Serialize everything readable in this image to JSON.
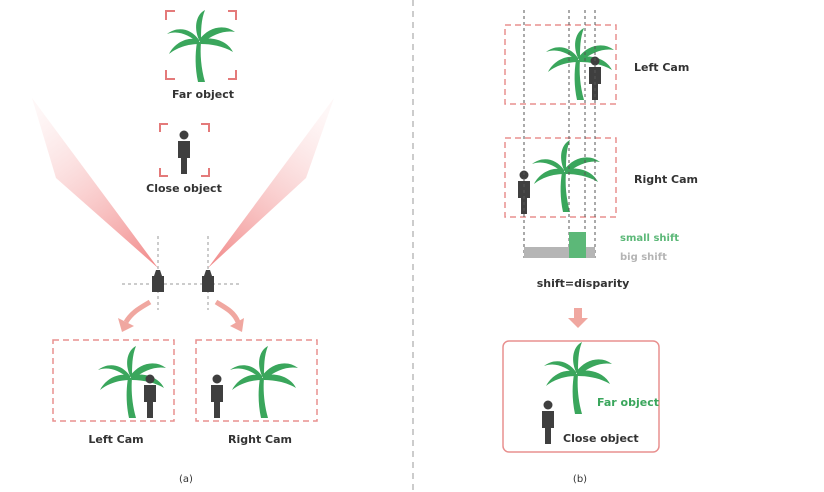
{
  "panel_a": {
    "far_label": "Far object",
    "close_label": "Close object",
    "left_cam_label": "Left Cam",
    "right_cam_label": "Right Cam",
    "caption": "(a)"
  },
  "panel_b": {
    "left_cam_label": "Left Cam",
    "right_cam_label": "Right Cam",
    "small_shift_label": "small shift",
    "big_shift_label": "big shift",
    "shift_label": "shift=disparity",
    "far_label": "Far object",
    "close_label": "Close object",
    "caption": "(b)"
  },
  "colors": {
    "accent": "#e8908f",
    "tree": "#3aa65c",
    "person": "#3f3f3f",
    "beam": "#f4a5a5",
    "small_shift": "#5cb878",
    "big_shift": "#b5b5b5"
  },
  "icons": [
    "palm-tree-icon",
    "person-icon",
    "camera-icon",
    "arrow-down-icon"
  ]
}
